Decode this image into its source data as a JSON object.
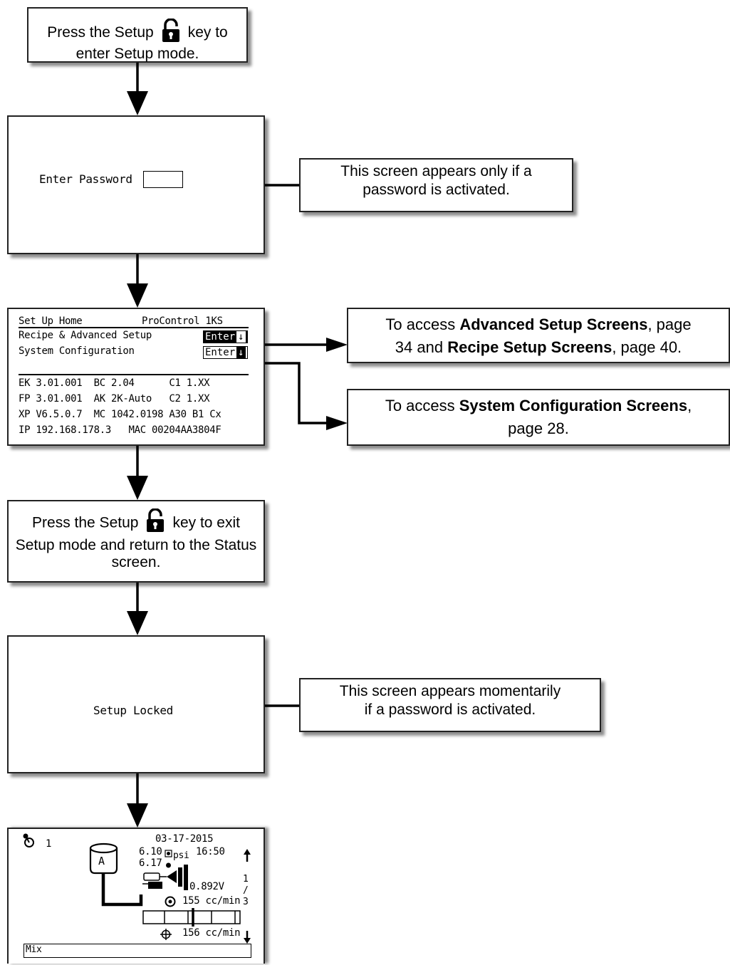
{
  "step1": {
    "pre": "Press the Setup",
    "post": "key to",
    "line2": "enter Setup mode."
  },
  "password_screen": {
    "label": "Enter Password"
  },
  "password_note": {
    "line1": "This screen appears only if a",
    "line2": "password is activated."
  },
  "home_screen": {
    "title_left": "Set Up Home",
    "title_right": "ProControl 1KS",
    "row1": "Recipe & Advanced Setup",
    "row2": "System Configuration",
    "enter_label": "Enter",
    "info": [
      "EK 3.01.001  BC 2.04      C1 1.XX",
      "FP 3.01.001  AK 2K-Auto   C2 1.XX",
      "XP V6.5.0.7  MC 1042.0198 A30 B1 Cx",
      "IP 192.168.178.3   MAC 00204AA3804F"
    ]
  },
  "advanced_note": {
    "t1": "To access ",
    "b1": "Advanced Setup Screens",
    "t2": ", page",
    "t3": "34 and ",
    "b2": "Recipe Setup Screens",
    "t4": ", page 40."
  },
  "sysconfig_note": {
    "t1": "To access ",
    "b1": "System Configuration Screens",
    "t2": ",",
    "t3": "page 28."
  },
  "step_exit": {
    "pre": "Press the Setup",
    "post": "key to exit",
    "line2": "Setup mode and return to the Status",
    "line3": "screen."
  },
  "locked_screen": {
    "label": "Setup Locked"
  },
  "locked_note": {
    "line1": "This screen appears momentarily",
    "line2": "if a password is activated."
  },
  "status_screen": {
    "gun_number": "1",
    "tank_label": "A",
    "date": "03-17-2015",
    "time": "16:50",
    "pressure1": "6.10",
    "pressure2": "6.17",
    "pressure_unit": "psi",
    "voltage": "0.892V",
    "flow1": "155 cc/min",
    "flow2": "156 cc/min",
    "page_top": "1",
    "page_slash": "/",
    "page_bottom": "3",
    "mode": "Mix"
  }
}
